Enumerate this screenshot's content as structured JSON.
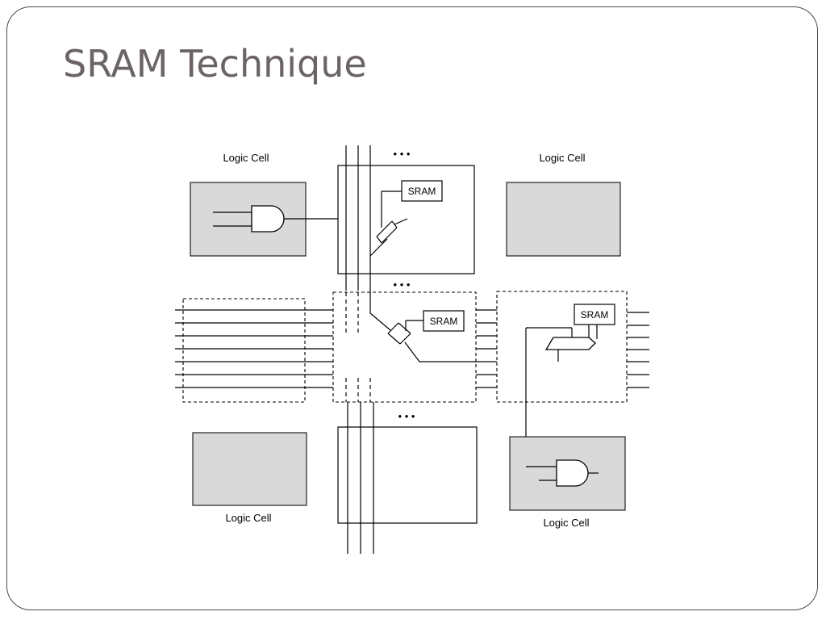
{
  "slide": {
    "title": "SRAM Technique"
  },
  "diagram": {
    "logic_cell_labels": [
      "Logic Cell",
      "Logic Cell",
      "Logic Cell",
      "Logic Cell"
    ],
    "sram_labels": [
      "SRAM",
      "SRAM",
      "SRAM"
    ],
    "ellipsis": [
      "• • •",
      "• • •",
      "• • •"
    ]
  },
  "colors": {
    "title": "#6b6464",
    "cell_fill": "#d9d9d9",
    "frame": "#4a4a4a"
  }
}
